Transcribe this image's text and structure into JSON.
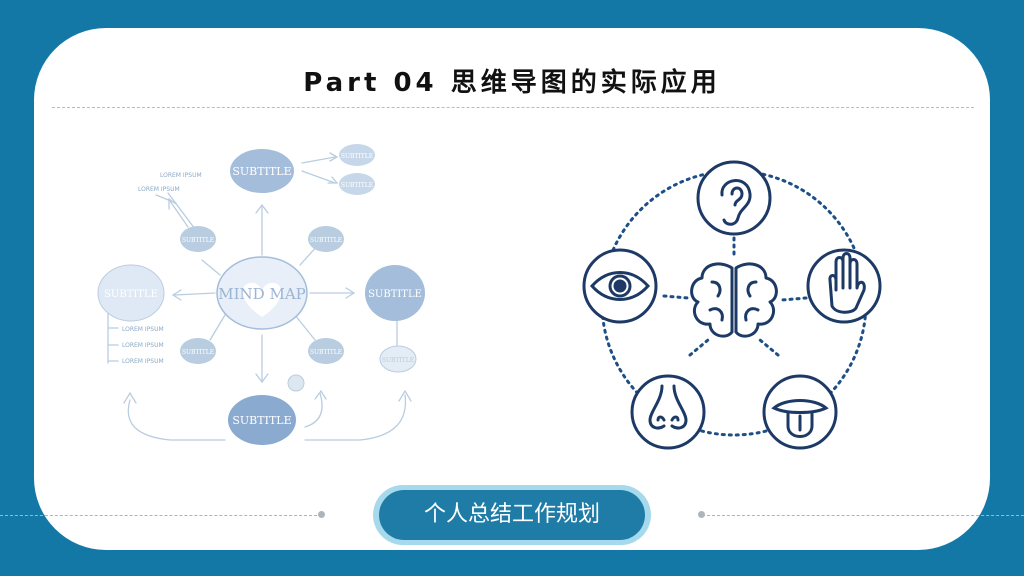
{
  "slide": {
    "title": "Part 04 思维导图的实际应用",
    "button_label": "个人总结工作规划"
  },
  "mindmap": {
    "center": "MIND MAP",
    "subtitle_large": "SUBTITLE",
    "subtitle_small": "SUBTITLE",
    "lorem": "LOREM IPSUM"
  },
  "senses": {
    "items": [
      "ear-icon",
      "hand-icon",
      "tongue-icon",
      "nose-icon",
      "eye-icon"
    ],
    "center": "brain-icon"
  },
  "colors": {
    "frame": "#1478a6",
    "accent": "#1f7ca7",
    "accent_light": "#a7d9ec",
    "icon_stroke": "#1d3a66"
  }
}
